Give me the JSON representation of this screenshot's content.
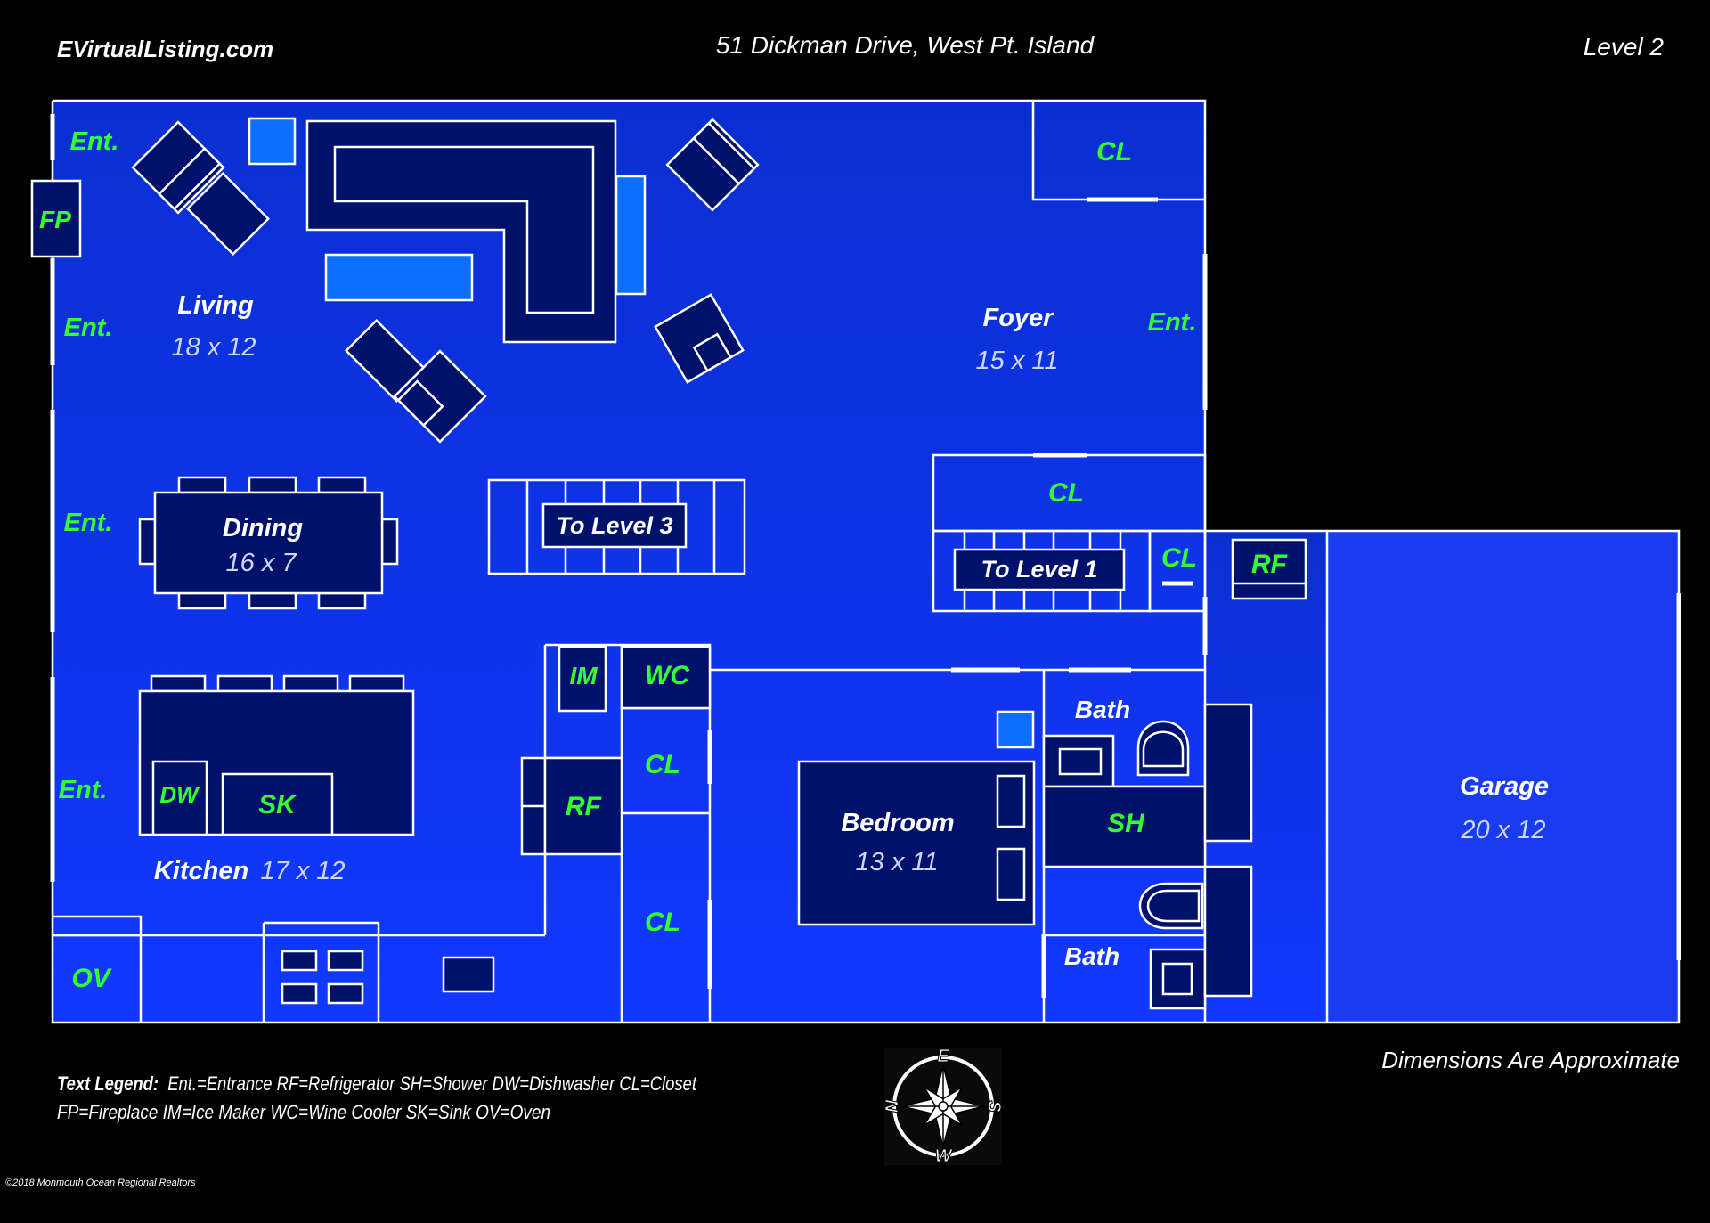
{
  "header": {
    "site": "EVirtualListing.com",
    "address": "51 Dickman Drive, West Pt. Island",
    "level": "Level 2"
  },
  "rooms": {
    "living": {
      "name": "Living",
      "dims": "18 x 12"
    },
    "foyer": {
      "name": "Foyer",
      "dims": "15 x 11"
    },
    "dining": {
      "name": "Dining",
      "dims": "16 x 7"
    },
    "kitchen": {
      "name": "Kitchen",
      "dims": "17 x 12"
    },
    "bedroom": {
      "name": "Bedroom",
      "dims": "13 x 11"
    },
    "garage": {
      "name": "Garage",
      "dims": "20 x 12"
    },
    "bath_top": {
      "name": "Bath"
    },
    "bath_bottom": {
      "name": "Bath"
    }
  },
  "stairs": {
    "up": "To Level 3",
    "down": "To Level 1"
  },
  "fixtures": {
    "entrance": "Ent.",
    "fireplace": "FP",
    "closet": "CL",
    "refrigerator": "RF",
    "ice_maker": "IM",
    "wine_cooler": "WC",
    "shower": "SH",
    "dishwasher": "DW",
    "sink": "SK",
    "oven": "OV"
  },
  "legend": {
    "title": "Text Legend:",
    "line1": "Ent.=Entrance RF=Refrigerator SH=Shower DW=Dishwasher  CL=Closet",
    "line2": "FP=Fireplace  IM=Ice Maker  WC=Wine Cooler SK=Sink  OV=Oven"
  },
  "note": "Dimensions Are Approximate",
  "compass": {
    "n": "N",
    "e": "E",
    "s": "S",
    "w": "W"
  },
  "copyright": "©2018 Monmouth Ocean Regional Realtors",
  "colors": {
    "background": "#000000",
    "floor_top": "#0a2fd0",
    "floor_bottom": "#1238ff",
    "furniture": "#00116b",
    "accent_blue": "#0d6fff",
    "label_green": "#33ff33",
    "wall": "#ffffff"
  }
}
